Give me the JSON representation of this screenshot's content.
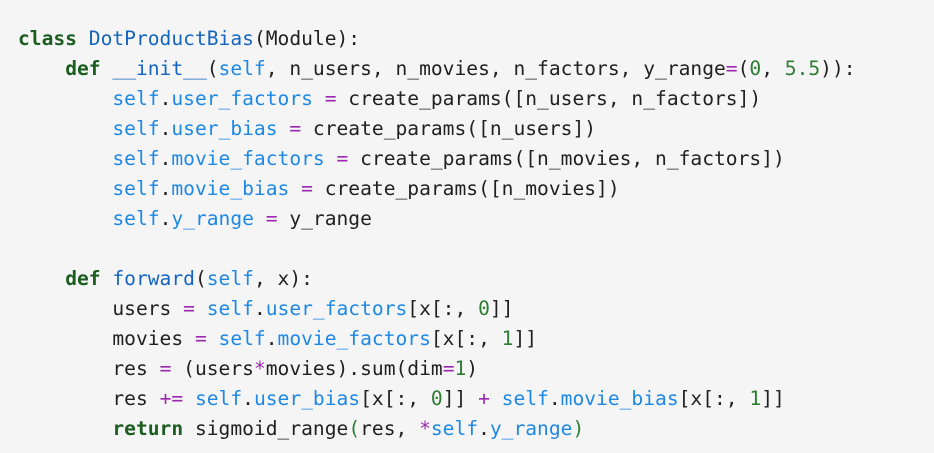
{
  "colors": {
    "background": "#f5f5f5",
    "text": "#212121",
    "keyword": "#1b5e20",
    "function": "#1565c0",
    "operator": "#9c27b0",
    "number": "#2e7d32",
    "self": "#1e88e5"
  },
  "code": {
    "lines": [
      [
        [
          "class",
          "kw"
        ],
        [
          " ",
          "plain"
        ],
        [
          "DotProductBias",
          "fn"
        ],
        [
          "(Module):",
          "plain"
        ]
      ],
      [
        [
          "    ",
          "plain"
        ],
        [
          "def",
          "kw"
        ],
        [
          " ",
          "plain"
        ],
        [
          "__init__",
          "fn"
        ],
        [
          "(",
          "plain"
        ],
        [
          "self",
          "self"
        ],
        [
          ", n_users, n_movies, n_factors, y_range",
          "plain"
        ],
        [
          "=",
          "op"
        ],
        [
          "(",
          "plain"
        ],
        [
          "0",
          "num"
        ],
        [
          ", ",
          "plain"
        ],
        [
          "5.5",
          "num"
        ],
        [
          ")):",
          "plain"
        ]
      ],
      [
        [
          "        ",
          "plain"
        ],
        [
          "self",
          "self"
        ],
        [
          ".",
          "plain"
        ],
        [
          "user_factors",
          "self"
        ],
        [
          " ",
          "plain"
        ],
        [
          "=",
          "op"
        ],
        [
          " create_params([n_users, n_factors])",
          "plain"
        ]
      ],
      [
        [
          "        ",
          "plain"
        ],
        [
          "self",
          "self"
        ],
        [
          ".",
          "plain"
        ],
        [
          "user_bias",
          "self"
        ],
        [
          " ",
          "plain"
        ],
        [
          "=",
          "op"
        ],
        [
          " create_params([n_users])",
          "plain"
        ]
      ],
      [
        [
          "        ",
          "plain"
        ],
        [
          "self",
          "self"
        ],
        [
          ".",
          "plain"
        ],
        [
          "movie_factors",
          "self"
        ],
        [
          " ",
          "plain"
        ],
        [
          "=",
          "op"
        ],
        [
          " create_params([n_movies, n_factors])",
          "plain"
        ]
      ],
      [
        [
          "        ",
          "plain"
        ],
        [
          "self",
          "self"
        ],
        [
          ".",
          "plain"
        ],
        [
          "movie_bias",
          "self"
        ],
        [
          " ",
          "plain"
        ],
        [
          "=",
          "op"
        ],
        [
          " create_params([n_movies])",
          "plain"
        ]
      ],
      [
        [
          "        ",
          "plain"
        ],
        [
          "self",
          "self"
        ],
        [
          ".",
          "plain"
        ],
        [
          "y_range",
          "self"
        ],
        [
          " ",
          "plain"
        ],
        [
          "=",
          "op"
        ],
        [
          " y_range",
          "plain"
        ]
      ],
      [],
      [
        [
          "    ",
          "plain"
        ],
        [
          "def",
          "kw"
        ],
        [
          " ",
          "plain"
        ],
        [
          "forward",
          "fn"
        ],
        [
          "(",
          "plain"
        ],
        [
          "self",
          "self"
        ],
        [
          ", x):",
          "plain"
        ]
      ],
      [
        [
          "        users ",
          "plain"
        ],
        [
          "=",
          "op"
        ],
        [
          " ",
          "plain"
        ],
        [
          "self",
          "self"
        ],
        [
          ".",
          "plain"
        ],
        [
          "user_factors",
          "self"
        ],
        [
          "[x[:, ",
          "plain"
        ],
        [
          "0",
          "num"
        ],
        [
          "]]",
          "plain"
        ]
      ],
      [
        [
          "        movies ",
          "plain"
        ],
        [
          "=",
          "op"
        ],
        [
          " ",
          "plain"
        ],
        [
          "self",
          "self"
        ],
        [
          ".",
          "plain"
        ],
        [
          "movie_factors",
          "self"
        ],
        [
          "[x[:, ",
          "plain"
        ],
        [
          "1",
          "num"
        ],
        [
          "]]",
          "plain"
        ]
      ],
      [
        [
          "        res ",
          "plain"
        ],
        [
          "=",
          "op"
        ],
        [
          " (users",
          "plain"
        ],
        [
          "*",
          "op"
        ],
        [
          "movies).sum(dim",
          "plain"
        ],
        [
          "=",
          "op"
        ],
        [
          "1",
          "num"
        ],
        [
          ")",
          "plain"
        ]
      ],
      [
        [
          "        res ",
          "plain"
        ],
        [
          "+=",
          "op"
        ],
        [
          " ",
          "plain"
        ],
        [
          "self",
          "self"
        ],
        [
          ".",
          "plain"
        ],
        [
          "user_bias",
          "self"
        ],
        [
          "[x[:, ",
          "plain"
        ],
        [
          "0",
          "num"
        ],
        [
          "]] ",
          "plain"
        ],
        [
          "+",
          "op"
        ],
        [
          " ",
          "plain"
        ],
        [
          "self",
          "self"
        ],
        [
          ".",
          "plain"
        ],
        [
          "movie_bias",
          "self"
        ],
        [
          "[x[:, ",
          "plain"
        ],
        [
          "1",
          "num"
        ],
        [
          "]]",
          "plain"
        ]
      ],
      [
        [
          "        ",
          "plain"
        ],
        [
          "return",
          "kw"
        ],
        [
          " sigmoid_range",
          "plain"
        ],
        [
          "(",
          "num"
        ],
        [
          "res, ",
          "plain"
        ],
        [
          "*",
          "op"
        ],
        [
          "self",
          "self"
        ],
        [
          ".",
          "plain"
        ],
        [
          "y_range",
          "self"
        ],
        [
          ")",
          "num"
        ]
      ]
    ]
  }
}
